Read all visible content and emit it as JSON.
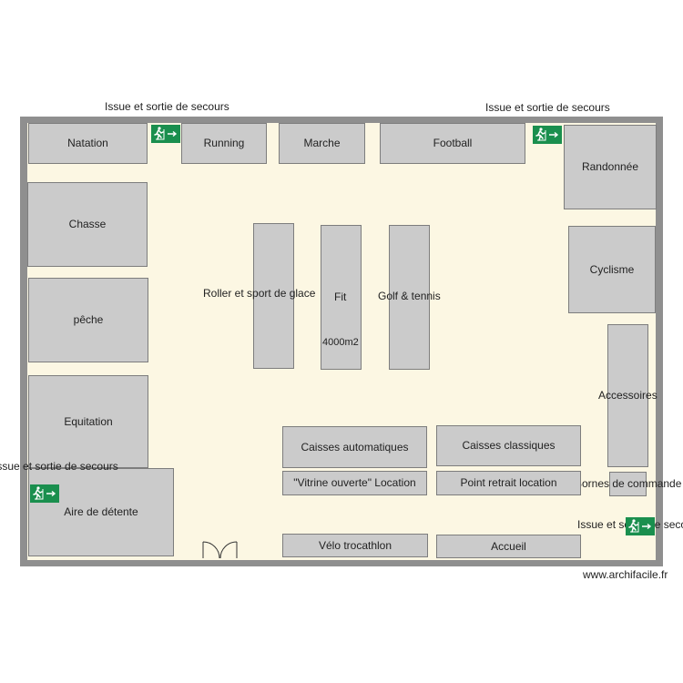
{
  "plan": {
    "area_label": "4000m2",
    "watermark": "www.archifacile.fr",
    "exit_label": "Issue et sortie de secours",
    "zones": {
      "natation": "Natation",
      "running": "Running",
      "marche": "Marche",
      "football": "Football",
      "randonnee": "Randonnée",
      "chasse": "Chasse",
      "peche": "pêche",
      "equitation": "Equitation",
      "aire_detente": "Aire de détente",
      "roller": "Roller et sport de glace",
      "fit": "Fit",
      "golf_tennis": "Golf & tennis",
      "cyclisme": "Cyclisme",
      "accessoires": "Accessoires",
      "caisses_auto": "Caisses automatiques",
      "caisses_classiques": "Caisses classiques",
      "vitrine": "\"Vitrine ouverte\" Location",
      "point_retrait": "Point retrait location",
      "bornes": "Bornes de commande",
      "velo": "Vélo trocathlon",
      "accueil": "Accueil"
    },
    "icons": {
      "exit_sign": "emergency-exit-sign-icon",
      "door": "double-door-icon"
    },
    "colors": {
      "wall": "#8f8f8f",
      "floor": "#fcf7e3",
      "zone": "#cbcbcb",
      "exit_sign": "#1a8f4e"
    }
  }
}
